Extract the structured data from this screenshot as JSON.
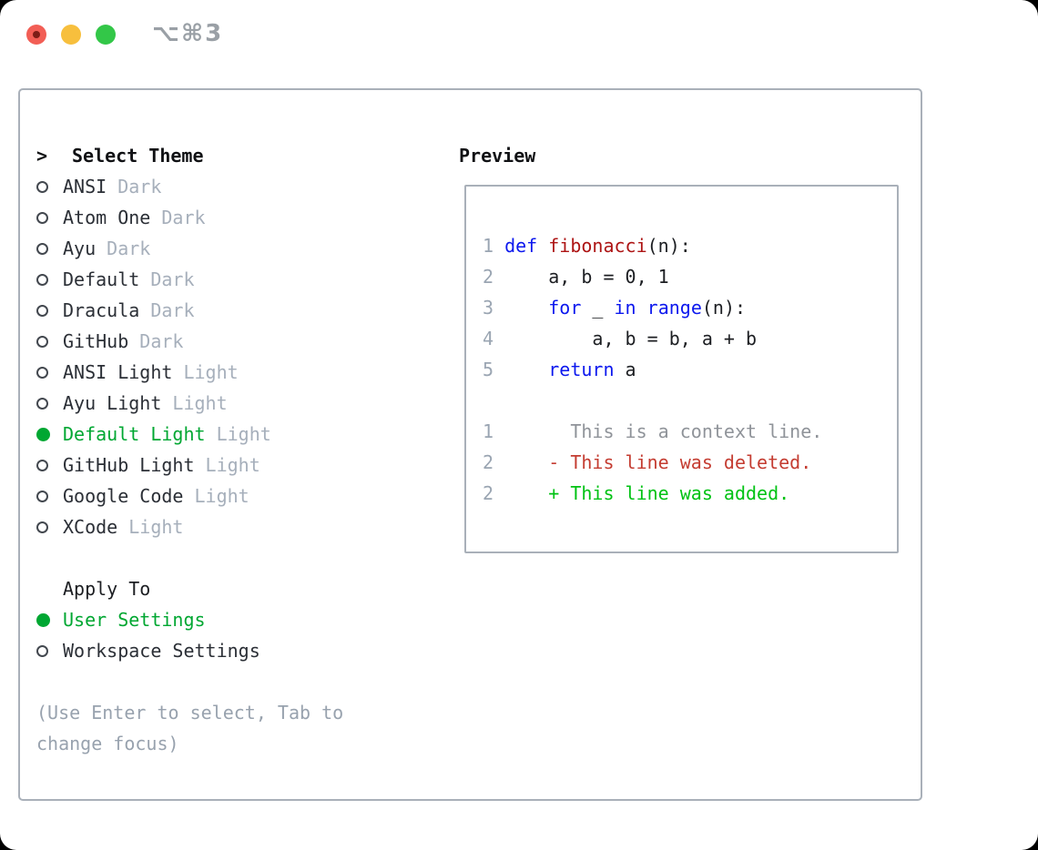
{
  "window": {
    "title": "⌥⌘3",
    "traffic_lights": [
      "close",
      "minimize",
      "zoom"
    ]
  },
  "picker": {
    "heading": "Select Theme",
    "heading_marker": ">",
    "items": [
      {
        "name": "ANSI",
        "variant": "Dark",
        "selected": false
      },
      {
        "name": "Atom One",
        "variant": "Dark",
        "selected": false
      },
      {
        "name": "Ayu",
        "variant": "Dark",
        "selected": false
      },
      {
        "name": "Default",
        "variant": "Dark",
        "selected": false
      },
      {
        "name": "Dracula",
        "variant": "Dark",
        "selected": false
      },
      {
        "name": "GitHub",
        "variant": "Dark",
        "selected": false
      },
      {
        "name": "ANSI Light",
        "variant": "Light",
        "selected": false
      },
      {
        "name": "Ayu Light",
        "variant": "Light",
        "selected": false
      },
      {
        "name": "Default Light",
        "variant": "Light",
        "selected": true
      },
      {
        "name": "GitHub Light",
        "variant": "Light",
        "selected": false
      },
      {
        "name": "Google Code",
        "variant": "Light",
        "selected": false
      },
      {
        "name": "XCode",
        "variant": "Light",
        "selected": false
      }
    ],
    "apply_heading": "Apply To",
    "apply_options": [
      {
        "name": "User Settings",
        "selected": true
      },
      {
        "name": "Workspace Settings",
        "selected": false
      }
    ],
    "hint_lines": [
      "(Use Enter to select, Tab to",
      "change focus)"
    ]
  },
  "preview": {
    "heading": "Preview",
    "lines": [
      {
        "num": "1",
        "tokens": [
          {
            "t": " ",
            "c": "pl"
          },
          {
            "t": "def",
            "c": "kw"
          },
          {
            "t": " ",
            "c": "pl"
          },
          {
            "t": "fibonacci",
            "c": "fn"
          },
          {
            "t": "(n):",
            "c": "pl"
          }
        ]
      },
      {
        "num": "2",
        "tokens": [
          {
            "t": "     a, b = 0, 1",
            "c": "pl"
          }
        ]
      },
      {
        "num": "3",
        "tokens": [
          {
            "t": "     ",
            "c": "pl"
          },
          {
            "t": "for",
            "c": "kw"
          },
          {
            "t": " _ ",
            "c": "pl"
          },
          {
            "t": "in",
            "c": "kw"
          },
          {
            "t": " ",
            "c": "pl"
          },
          {
            "t": "range",
            "c": "kw"
          },
          {
            "t": "(n):",
            "c": "pl"
          }
        ]
      },
      {
        "num": "4",
        "tokens": [
          {
            "t": "         a, b = b, a + b",
            "c": "pl"
          }
        ]
      },
      {
        "num": "5",
        "tokens": [
          {
            "t": "     ",
            "c": "pl"
          },
          {
            "t": "return",
            "c": "kw"
          },
          {
            "t": " a",
            "c": "pl"
          }
        ]
      },
      {
        "num": "",
        "tokens": []
      },
      {
        "num": "1",
        "tokens": [
          {
            "t": "       This is a context line.",
            "c": "ctx"
          }
        ]
      },
      {
        "num": "2",
        "tokens": [
          {
            "t": "     ",
            "c": "pl"
          },
          {
            "t": "- This line was deleted.",
            "c": "del"
          }
        ]
      },
      {
        "num": "2",
        "tokens": [
          {
            "t": "     ",
            "c": "pl"
          },
          {
            "t": "+ This line was added.",
            "c": "add"
          }
        ]
      }
    ]
  },
  "colors": {
    "pl": "#1c1e22",
    "kw": "#0c18ee",
    "fn": "#ad1414",
    "ln": "#9aa5b2",
    "ctx": "#8f9399",
    "del": "#c43c31",
    "add": "#00c213",
    "accent_green": "#00a732",
    "suffix_gray": "#a6afbb",
    "hint_gray": "#98a2ae",
    "border_gray": "#a9b0b9"
  }
}
